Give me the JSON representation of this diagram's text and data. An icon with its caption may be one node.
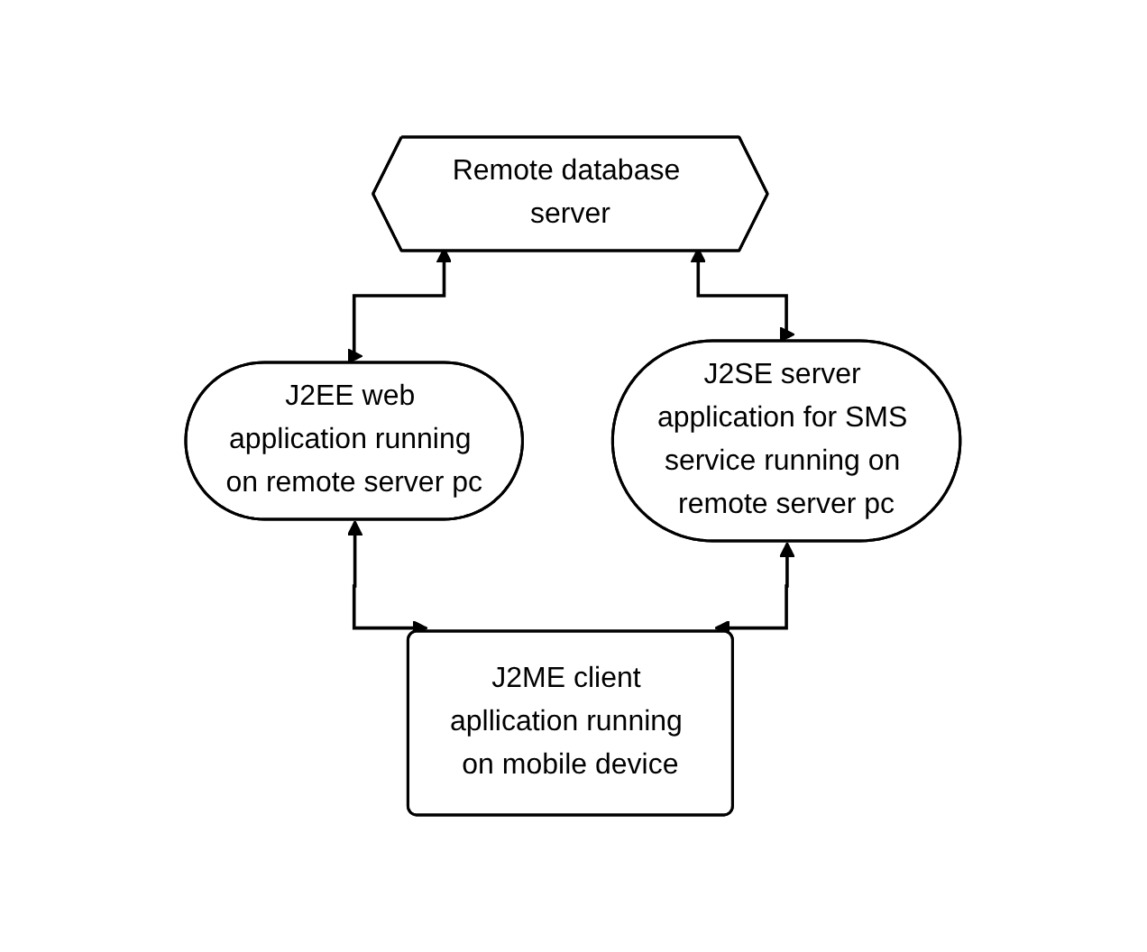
{
  "diagram": {
    "nodes": [
      {
        "text": [
          "Remote database server"
        ]
      },
      {
        "text": [
          "J2EE web application running on remote server pc"
        ]
      },
      {
        "text": [
          "J2SE server application for SMS service running on remote server pc"
        ]
      },
      {
        "text": [
          "J2ME client apllication running on mobile device"
        ]
      }
    ],
    "edges": [
      {
        "from": 0,
        "to": 1,
        "arrow": "both"
      },
      {
        "from": 0,
        "to": 2,
        "arrow": "both"
      },
      {
        "from": 1,
        "to": 3,
        "arrow": "both"
      },
      {
        "from": 2,
        "to": 3,
        "arrow": "both"
      }
    ]
  }
}
